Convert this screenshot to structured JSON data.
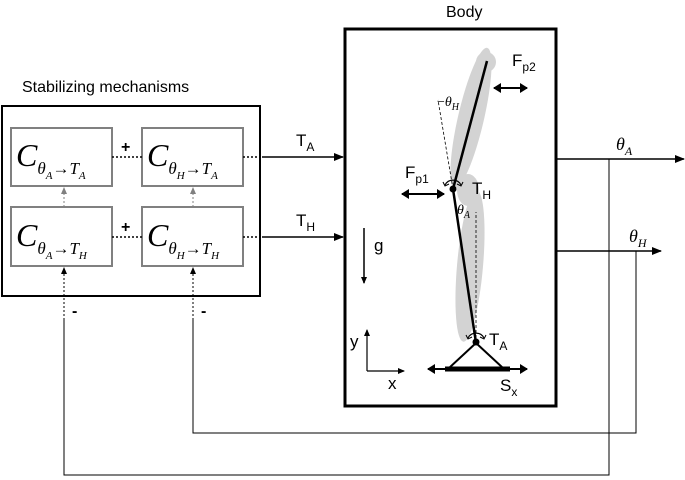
{
  "titles": {
    "body": "Body",
    "stabilizing": "Stabilizing mechanisms"
  },
  "controllers": [
    {
      "base": "C",
      "from": "θ",
      "from_sub": "A",
      "to": "T",
      "to_sub": "A"
    },
    {
      "base": "C",
      "from": "θ",
      "from_sub": "H",
      "to": "T",
      "to_sub": "A"
    },
    {
      "base": "C",
      "from": "θ",
      "from_sub": "A",
      "to": "T",
      "to_sub": "H"
    },
    {
      "base": "C",
      "from": "θ",
      "from_sub": "H",
      "to": "T",
      "to_sub": "H"
    }
  ],
  "arrow_symbol": "→",
  "sum_signs": {
    "top": "+",
    "bottom": "+"
  },
  "feedback_signs": {
    "left": "-",
    "right": "-"
  },
  "signals": {
    "ta": {
      "base": "T",
      "sub": "A"
    },
    "th": {
      "base": "T",
      "sub": "H"
    },
    "theta_a_out": {
      "base": "θ",
      "sub": "A"
    },
    "theta_h_out": {
      "base": "θ",
      "sub": "H"
    }
  },
  "body_labels": {
    "fp2": {
      "base": "F",
      "sub": "p2"
    },
    "fp1": {
      "base": "F",
      "sub": "p1"
    },
    "theta_h_angle": {
      "prefix": "−",
      "base": "θ",
      "sub": "H"
    },
    "theta_a_angle": {
      "base": "θ",
      "sub": "A"
    },
    "hip_torque": {
      "base": "T",
      "sub": "H"
    },
    "ankle_torque": {
      "base": "T",
      "sub": "A"
    },
    "gravity": "g",
    "axis_y": "y",
    "axis_x": "x",
    "sway": {
      "base": "S",
      "sub": "x"
    }
  },
  "colors": {
    "line": "#000000",
    "box_border": "#808080",
    "body_shadow": "#d3d3d3"
  }
}
